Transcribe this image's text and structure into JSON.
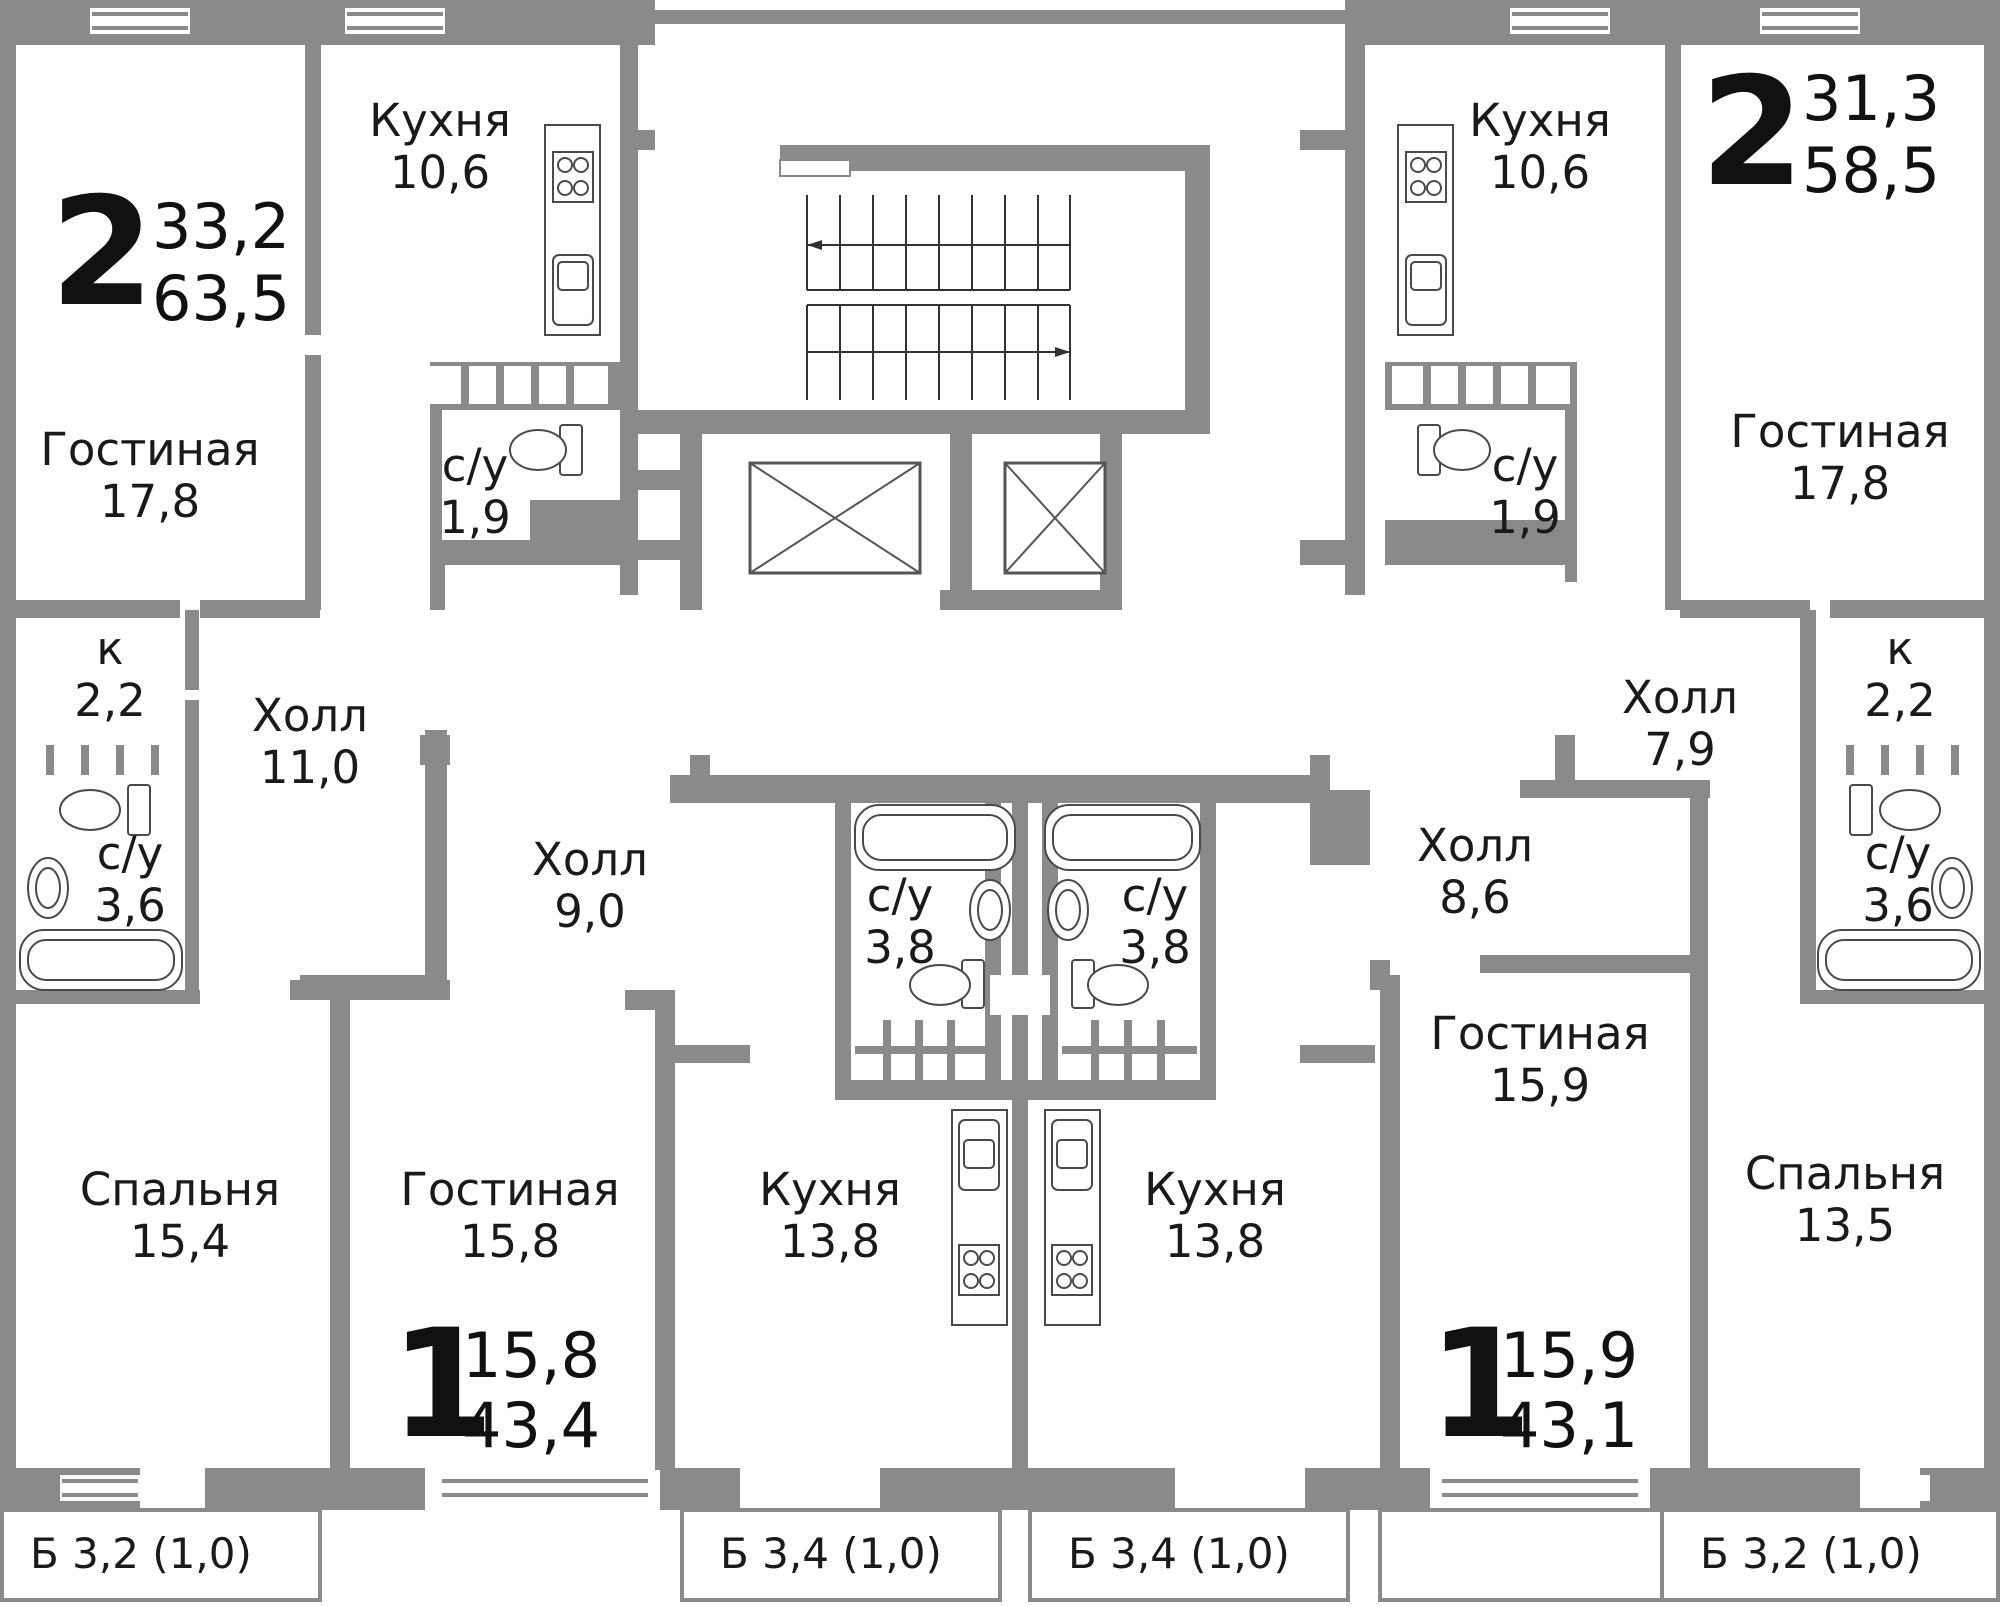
{
  "apartments": {
    "a1": {
      "rooms": "2",
      "living_area": "33,2",
      "total_area": "63,5"
    },
    "a2": {
      "rooms": "2",
      "living_area": "31,3",
      "total_area": "58,5"
    },
    "a3": {
      "rooms": "1",
      "living_area": "15,8",
      "total_area": "43,4"
    },
    "a4": {
      "rooms": "1",
      "living_area": "15,9",
      "total_area": "43,1"
    }
  },
  "rooms": {
    "kitchen_l": {
      "name": "Кухня",
      "area": "10,6"
    },
    "kitchen_r": {
      "name": "Кухня",
      "area": "10,6"
    },
    "living_a1": {
      "name": "Гостиная",
      "area": "17,8"
    },
    "living_a2": {
      "name": "Гостиная",
      "area": "17,8"
    },
    "wc_small_l": {
      "name": "с/у",
      "area": "1,9"
    },
    "wc_small_r": {
      "name": "с/у",
      "area": "1,9"
    },
    "closet_l": {
      "name": "к",
      "area": "2,2"
    },
    "closet_r": {
      "name": "к",
      "area": "2,2"
    },
    "hall_a1": {
      "name": "Холл",
      "area": "11,0"
    },
    "hall_a2": {
      "name": "Холл",
      "area": "7,9"
    },
    "wc_l": {
      "name": "с/у",
      "area": "3,6"
    },
    "wc_r": {
      "name": "с/у",
      "area": "3,6"
    },
    "hall_a3": {
      "name": "Холл",
      "area": "9,0"
    },
    "hall_a4": {
      "name": "Холл",
      "area": "8,6"
    },
    "wc_c1": {
      "name": "с/у",
      "area": "3,8"
    },
    "wc_c2": {
      "name": "с/у",
      "area": "3,8"
    },
    "living_a4": {
      "name": "Гостиная",
      "area": "15,9"
    },
    "bedroom_l": {
      "name": "Спальня",
      "area": "15,4"
    },
    "bedroom_r": {
      "name": "Спальня",
      "area": "13,5"
    },
    "living_a3": {
      "name": "Гостиная",
      "area": "15,8"
    },
    "kitchen_a3": {
      "name": "Кухня",
      "area": "13,8"
    },
    "kitchen_a4": {
      "name": "Кухня",
      "area": "13,8"
    }
  },
  "balconies": {
    "b1": "Б  3,2 (1,0)",
    "b2": "Б  3,4 (1,0)",
    "b3": "Б  3,4 (1,0)",
    "b4": "Б  3,2 (1,0)"
  },
  "colors": {
    "wall": "#8a8a8a",
    "text": "#1a1a1a",
    "background": "#ffffff"
  }
}
